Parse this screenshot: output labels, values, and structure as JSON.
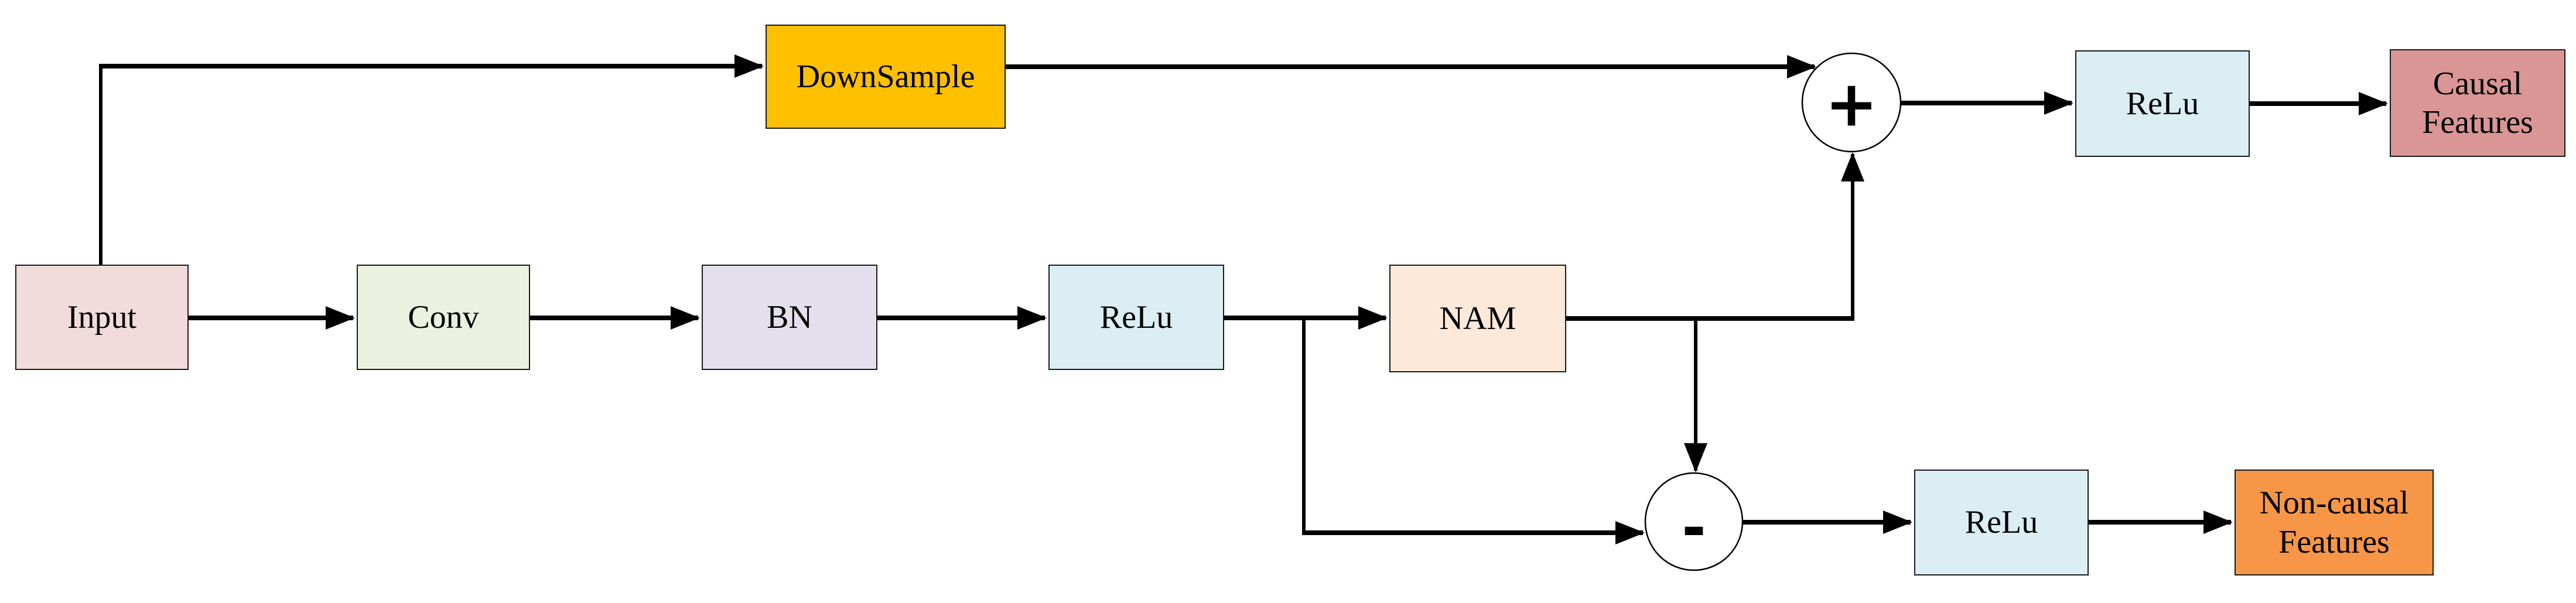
{
  "figure": {
    "background": "#ffffff",
    "line_color": "#000000",
    "nodes": [
      {
        "id": "input",
        "label": "Input",
        "fill": "#f2dcdb"
      },
      {
        "id": "conv",
        "label": "Conv",
        "fill": "#ebf1de"
      },
      {
        "id": "bn",
        "label": "BN",
        "fill": "#e4dfec"
      },
      {
        "id": "relu-main",
        "label": "ReLu",
        "fill": "#daeef3"
      },
      {
        "id": "nam",
        "label": "NAM",
        "fill": "#fde9d9"
      },
      {
        "id": "downsample",
        "label": "DownSample",
        "fill": "#ffc000"
      },
      {
        "id": "relu-causal",
        "label": "ReLu",
        "fill": "#daeef3"
      },
      {
        "id": "causal-features",
        "label": "Causal Features",
        "fill": "#d99694"
      },
      {
        "id": "relu-noncausal",
        "label": "ReLu",
        "fill": "#daeef3"
      },
      {
        "id": "noncausal-features",
        "label": "Non-causal Features",
        "fill": "#f79646"
      }
    ],
    "operators": {
      "add": "+",
      "subtract": "-"
    }
  }
}
